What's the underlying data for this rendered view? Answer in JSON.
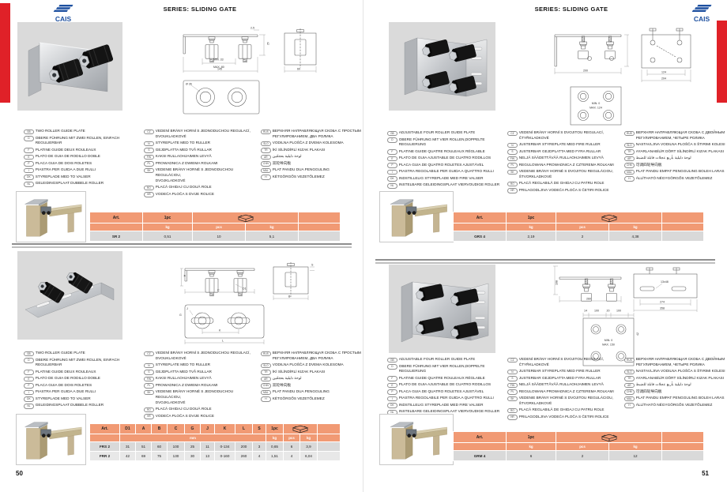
{
  "brand": {
    "name": "CAIS",
    "red": "#E02128",
    "blue": "#1C4F9F"
  },
  "header": {
    "series_label": "SERIES: SLIDING GATE"
  },
  "pages": {
    "left_number": "50",
    "right_number": "51"
  },
  "labels": {
    "art": "Art.",
    "one_pc": "1pc",
    "kg": "kg",
    "pcs": "pcs",
    "mm": "mm"
  },
  "products": {
    "sr2": {
      "table": {
        "art": "SR 2",
        "pc_kg": "0,51",
        "pack_pcs": "10",
        "pack_kg": "5,1"
      },
      "dims": [
        "42",
        "2,5",
        "MIN. 33",
        "MAX. 80",
        "145",
        "60",
        "Ø 36"
      ]
    },
    "frs": {
      "headers": [
        "Art.",
        "D1",
        "A",
        "B",
        "C",
        "G",
        "J",
        "K",
        "L",
        "S",
        "1pc"
      ],
      "rows": [
        [
          "FRS 2",
          "31",
          "51",
          "60",
          "100",
          "25",
          "11",
          "0-134",
          "200",
          "3",
          "0,65",
          "6",
          "3,9"
        ],
        [
          "FRR 2",
          "42",
          "69",
          "75",
          "130",
          "30",
          "13",
          "0-160",
          "260",
          "4",
          "1,51",
          "4",
          "6,04"
        ]
      ],
      "dims": [
        "A",
        "C",
        "D1",
        "B",
        "S",
        "K",
        "L",
        "J",
        "G"
      ]
    },
    "grs4": {
      "table": {
        "art": "GRS 4",
        "pc_kg": "2,19",
        "pack_pcs": "2",
        "pack_kg": "4,38"
      },
      "dims": [
        "200",
        "124",
        "204",
        "MIN. 0",
        "MAX. 124"
      ]
    },
    "grm4": {
      "table": {
        "art": "GRM 4",
        "pc_kg": "6",
        "pack_pcs": "2",
        "pack_kg": "12"
      },
      "dims": [
        "260",
        "108",
        "274",
        "358",
        "13x48",
        "100",
        "20",
        "100",
        "14",
        "42",
        "MIN. 0",
        "MAX. 150"
      ]
    }
  },
  "descriptions": {
    "two_roller": {
      "col1": [
        {
          "code": "GB",
          "text": "TWO ROLLER GUIDE PLATE"
        },
        {
          "code": "D",
          "text": "OBERE FÜHRUNG MIT ZWEI ROLLEN, EINFACH REGULIERBAR"
        },
        {
          "code": "F",
          "text": "PLATINE GUIDE DEUX ROULEAUX"
        },
        {
          "code": "E",
          "text": "PLATO DE GUIA DE RODILLO DOBLE"
        },
        {
          "code": "P",
          "text": "PLACA GUIA DE DOIS ROLETES"
        },
        {
          "code": "I",
          "text": "PIASTRA PER GUIDA A DUE RULLI"
        },
        {
          "code": "DK",
          "text": "STYREPLADE MED TO VALSER"
        },
        {
          "code": "NL",
          "text": "GELEIDINGSPLAAT DUBBELE ROLLER"
        }
      ],
      "col2": [
        {
          "code": "CZ",
          "text": "VEDENÍ BRÁNY HORNÍ S JEDNODUCHOU REGULACÍ,\nDVOUKLADKOVÉ"
        },
        {
          "code": "N",
          "text": "STYREPLATE MED TO RULLER"
        },
        {
          "code": "S",
          "text": "GEJDPLATTA MED TVÅ RULLAR"
        },
        {
          "code": "FIN",
          "text": "KAKSI RULLAOHJAIMEN LEVYÄ"
        },
        {
          "code": "PL",
          "text": "PROWADNICA Z DWIEMA ROLKAMI"
        },
        {
          "code": "SK",
          "text": "VEDENIE BRÁNY HORNÉ S JEDNODUCHOU REGULÁCIOU,\nDVOJKLADKOVÉ"
        },
        {
          "code": "RO",
          "text": "PLACĂ GHIDAJ CU DOUĂ ROLE"
        },
        {
          "code": "HR",
          "text": "VODEĆA PLOČA S DVIJE ROLICE"
        }
      ],
      "col3": [
        {
          "code": "RUS",
          "text": "ВЕРХНЯЯ НАПРАВЛЯЮЩАЯ СКОБА С ПРОСТЫМ\nРЕГУЛИРОВАНИЕМ, ДВА РОЛИКА"
        },
        {
          "code": "SLO",
          "text": "VODILNA PLOŠČA Z DVEMA KOLESOMA"
        },
        {
          "code": "TR",
          "text": "İKİ SİLİNDİRLİ KIZAK PLAKASI"
        },
        {
          "code": "AR",
          "text": "لوحة دليلية بعجلتين"
        },
        {
          "code": "CHN",
          "text": "双轮导向板"
        },
        {
          "code": "MAL",
          "text": "PLAT PANDU DUA PENGGULING"
        },
        {
          "code": "H",
          "text": "KÉTGÖRGŐS VEZETŐLEMEZ"
        }
      ]
    },
    "four_roller": {
      "col1": [
        {
          "code": "GB",
          "text": "ADJUSTABLE FOUR ROLLER GUIDE PLATE"
        },
        {
          "code": "D",
          "text": "OBERE FÜHRUNG MIT VIER ROLLEN,DOPPELTE REGULIERUNG"
        },
        {
          "code": "F",
          "text": "PLATINE GUIDE QUATRE ROULEAUX RÉGLABLE"
        },
        {
          "code": "E",
          "text": "PLATO DE GUIA AJUSTABLE DE CUATRO RODILLOS"
        },
        {
          "code": "P",
          "text": "PLACA GUIA DE QUATRO ROLETES AJUSTÁVEL"
        },
        {
          "code": "I",
          "text": "PIASTRA REGOLABILE PER GUIDA A QUATTRO RULLI"
        },
        {
          "code": "DK",
          "text": "INDSTILLELIG STYREPLADE MED FIRE VALSER"
        },
        {
          "code": "NL",
          "text": "INSTELBARE GELEIDINGSPLAAT VIERVOUDIGE ROLLER"
        }
      ],
      "col2": [
        {
          "code": "CZ",
          "text": "VEDENÍ BRÁNY HORNÍ S DVOJITOU REGULACÍ, ČTYŘKLADKOVÉ"
        },
        {
          "code": "N",
          "text": "JUSTERBAR STYREPLATE MED FIRE RULLER"
        },
        {
          "code": "S",
          "text": "JUSTERBAR GEJDPLATTA MED FYRA RULLAR"
        },
        {
          "code": "FIN",
          "text": "NELJÄ SÄÄDETTÄVÄÄ RULLAOHJAIMEN LEVYÄ"
        },
        {
          "code": "PL",
          "text": "REGULOWANA PROWADNICA Z CZTEREMA ROLKAMI"
        },
        {
          "code": "SK",
          "text": "VEDENIE BRÁNY HORNÉ S DVOJITOU REGULÁCIOU,\nŠTVORKLADKOVÉ"
        },
        {
          "code": "RO",
          "text": "PLACĂ REGLABILĂ DE GHIDAJ CU PATRU ROLE"
        },
        {
          "code": "HR",
          "text": "PRILAGODLJIVA VODEĆA PLOČA S ČETIRI ROLICE"
        }
      ],
      "col3": [
        {
          "code": "RUS",
          "text": "ВЕРХНЯЯ НАПРАВЛЯЮЩАЯ СКОБА С ДВОЙНЫМ\nРЕГУЛИРОВАНИЕМ, ЧЕТЫРЕ РОЛИКА"
        },
        {
          "code": "SLO",
          "text": "NASTAVLJIVA VODILNA PLOŠČA S ŠTIRIMI KOLESI"
        },
        {
          "code": "TR",
          "text": "AYARLANABİLİR DÖRT SİLİNDİRLİ KIZAK PLAKASI"
        },
        {
          "code": "AR",
          "text": "لوحة دليلية بأربع عجلات قابلة للضبط"
        },
        {
          "code": "CHN",
          "text": "可调四轮导向板"
        },
        {
          "code": "MAL",
          "text": "PLAT PANDU EMPAT PENGGULING BOLEH LARAS"
        },
        {
          "code": "H",
          "text": "ÁLLÍTHATÓ NÉGYGÖRGŐS VEZETŐLEMEZ"
        }
      ]
    }
  }
}
